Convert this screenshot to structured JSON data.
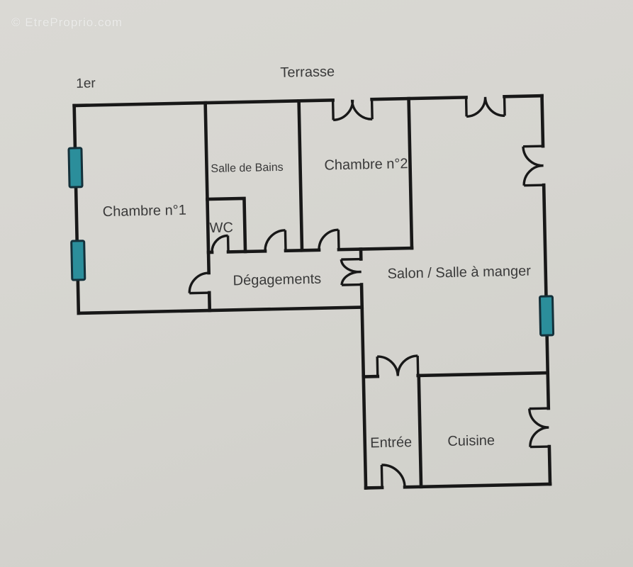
{
  "watermark": {
    "text": "© EtreProprio.com"
  },
  "plan": {
    "floor_label": "1er",
    "outdoor_label": "Terrasse",
    "rooms": [
      {
        "id": "chambre1",
        "label": "Chambre n°1"
      },
      {
        "id": "salle_de_bains",
        "label": "Salle de Bains"
      },
      {
        "id": "wc",
        "label": "WC"
      },
      {
        "id": "chambre2",
        "label": "Chambre n°2"
      },
      {
        "id": "degagements",
        "label": "Dégagements"
      },
      {
        "id": "salon",
        "label": "Salon / Salle à manger"
      },
      {
        "id": "entree",
        "label": "Entrée"
      },
      {
        "id": "cuisine",
        "label": "Cuisine"
      }
    ],
    "window_markers": [
      {
        "id": "left-upper-window"
      },
      {
        "id": "left-lower-window"
      },
      {
        "id": "right-window"
      }
    ],
    "colors": {
      "background": "#d6d5d0",
      "wall": "#181818",
      "label_text": "#3a3a3a",
      "window_fill": "#2b8e9b",
      "window_border": "#14303a",
      "watermark": "rgba(255,255,255,0.62)"
    }
  }
}
